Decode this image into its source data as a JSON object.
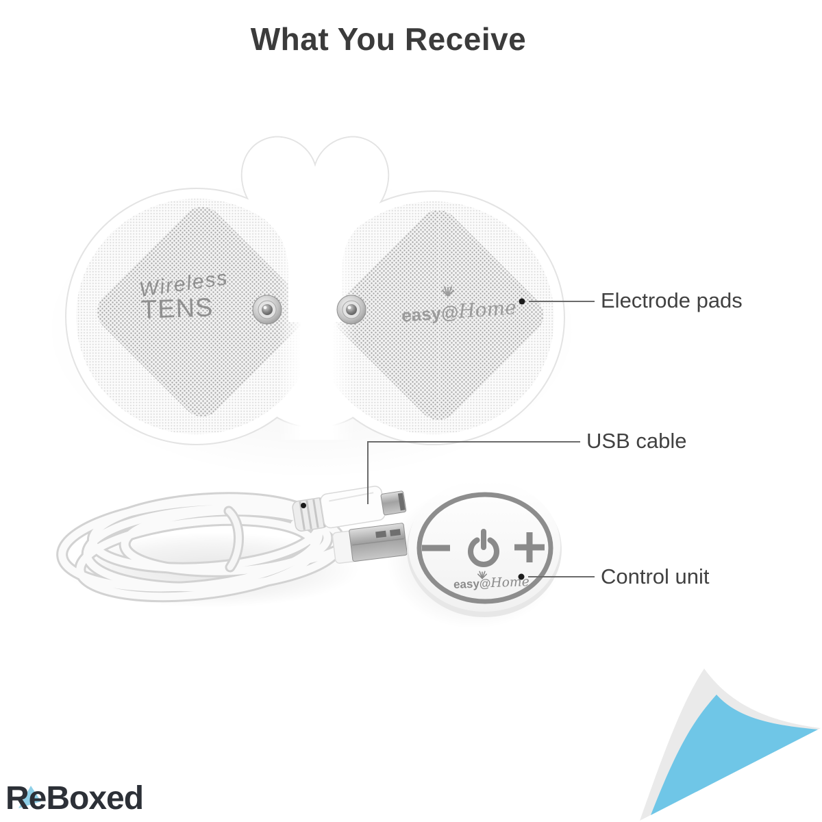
{
  "title": "What You Receive",
  "callouts": {
    "electrode_pads": {
      "label": "Electrode pads"
    },
    "usb_cable": {
      "label": "USB cable"
    },
    "control_unit": {
      "label": "Control unit"
    }
  },
  "electrode_pad": {
    "print_line1": "Wireless",
    "print_line2": "TENS",
    "brand": {
      "easy": "easy@",
      "home": "Home"
    }
  },
  "control_unit": {
    "brand": {
      "easy": "easy@",
      "home": "Home"
    },
    "buttons": [
      "minus-icon",
      "power-icon",
      "plus-icon"
    ]
  },
  "watermark": {
    "brand": "ReBoxed"
  },
  "icons": {
    "starburst": "starburst-icon",
    "power": "power-icon",
    "minus": "minus-icon",
    "plus": "plus-icon",
    "snap": "snap-connector",
    "page_curl": "page-curl"
  },
  "colors": {
    "accent_blue": "#6fc6e7",
    "curl_edge_gray": "#eaeaea",
    "title_text": "#3b3b3b",
    "label_text": "#414141",
    "device_gray": "#8a8a8a",
    "pad_print_gray": "#8f8f8f",
    "watermark_text": "#2c3037"
  }
}
